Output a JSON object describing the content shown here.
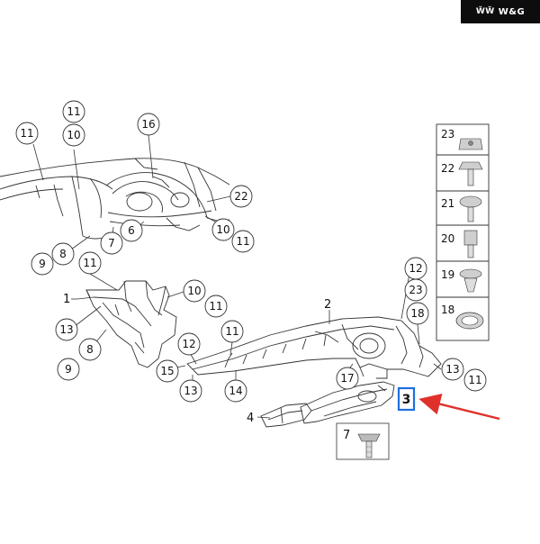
{
  "brand": {
    "logo_text": "W&G",
    "logo_mark": "ẄẄ"
  },
  "callouts": {
    "c11a": "11",
    "c11b": "11",
    "c10a": "10",
    "c16": "16",
    "c22": "22",
    "c10b": "10",
    "c11c": "11",
    "c6": "6",
    "c7a": "7",
    "c8a": "8",
    "c9a": "9",
    "c11d": "11",
    "c1": "1",
    "c13a": "13",
    "c8b": "8",
    "c9b": "9",
    "c15": "15",
    "c10c": "10",
    "c11e": "11",
    "c2": "2",
    "c11f": "11",
    "c12a": "12",
    "c13b": "13",
    "c14": "14",
    "c17": "17",
    "c12b": "12",
    "c23": "23",
    "c18": "18",
    "c13c": "13",
    "c11g": "11",
    "c3": "3",
    "c4": "4",
    "c7b": "7"
  },
  "parts_table": {
    "rows": [
      "23",
      "22",
      "21",
      "20",
      "19",
      "18"
    ]
  },
  "highlight": {
    "label": "3",
    "box_color": "#1e6fe0",
    "arrow_color": "#e0302a"
  }
}
